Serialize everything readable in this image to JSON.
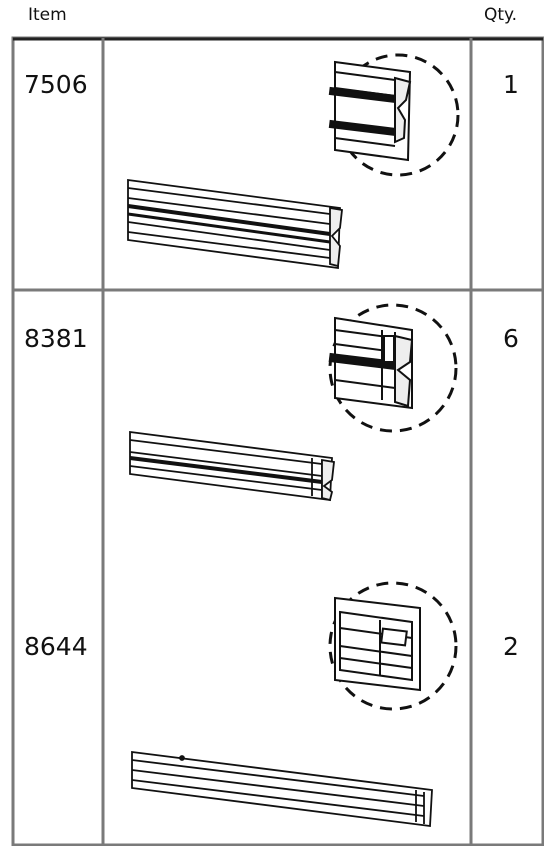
{
  "header": {
    "item_label": "Item",
    "qty_label": "Qty."
  },
  "rows": [
    {
      "item": "7506",
      "qty": "1",
      "part_icon": "extrusion-profile-7506"
    },
    {
      "item": "8381",
      "qty": "6",
      "part_icon": "extrusion-profile-8381"
    },
    {
      "item": "8644",
      "qty": "2",
      "part_icon": "extrusion-profile-8644"
    }
  ],
  "colors": {
    "line": "#111111",
    "border_gray": "#7a7a7a"
  }
}
